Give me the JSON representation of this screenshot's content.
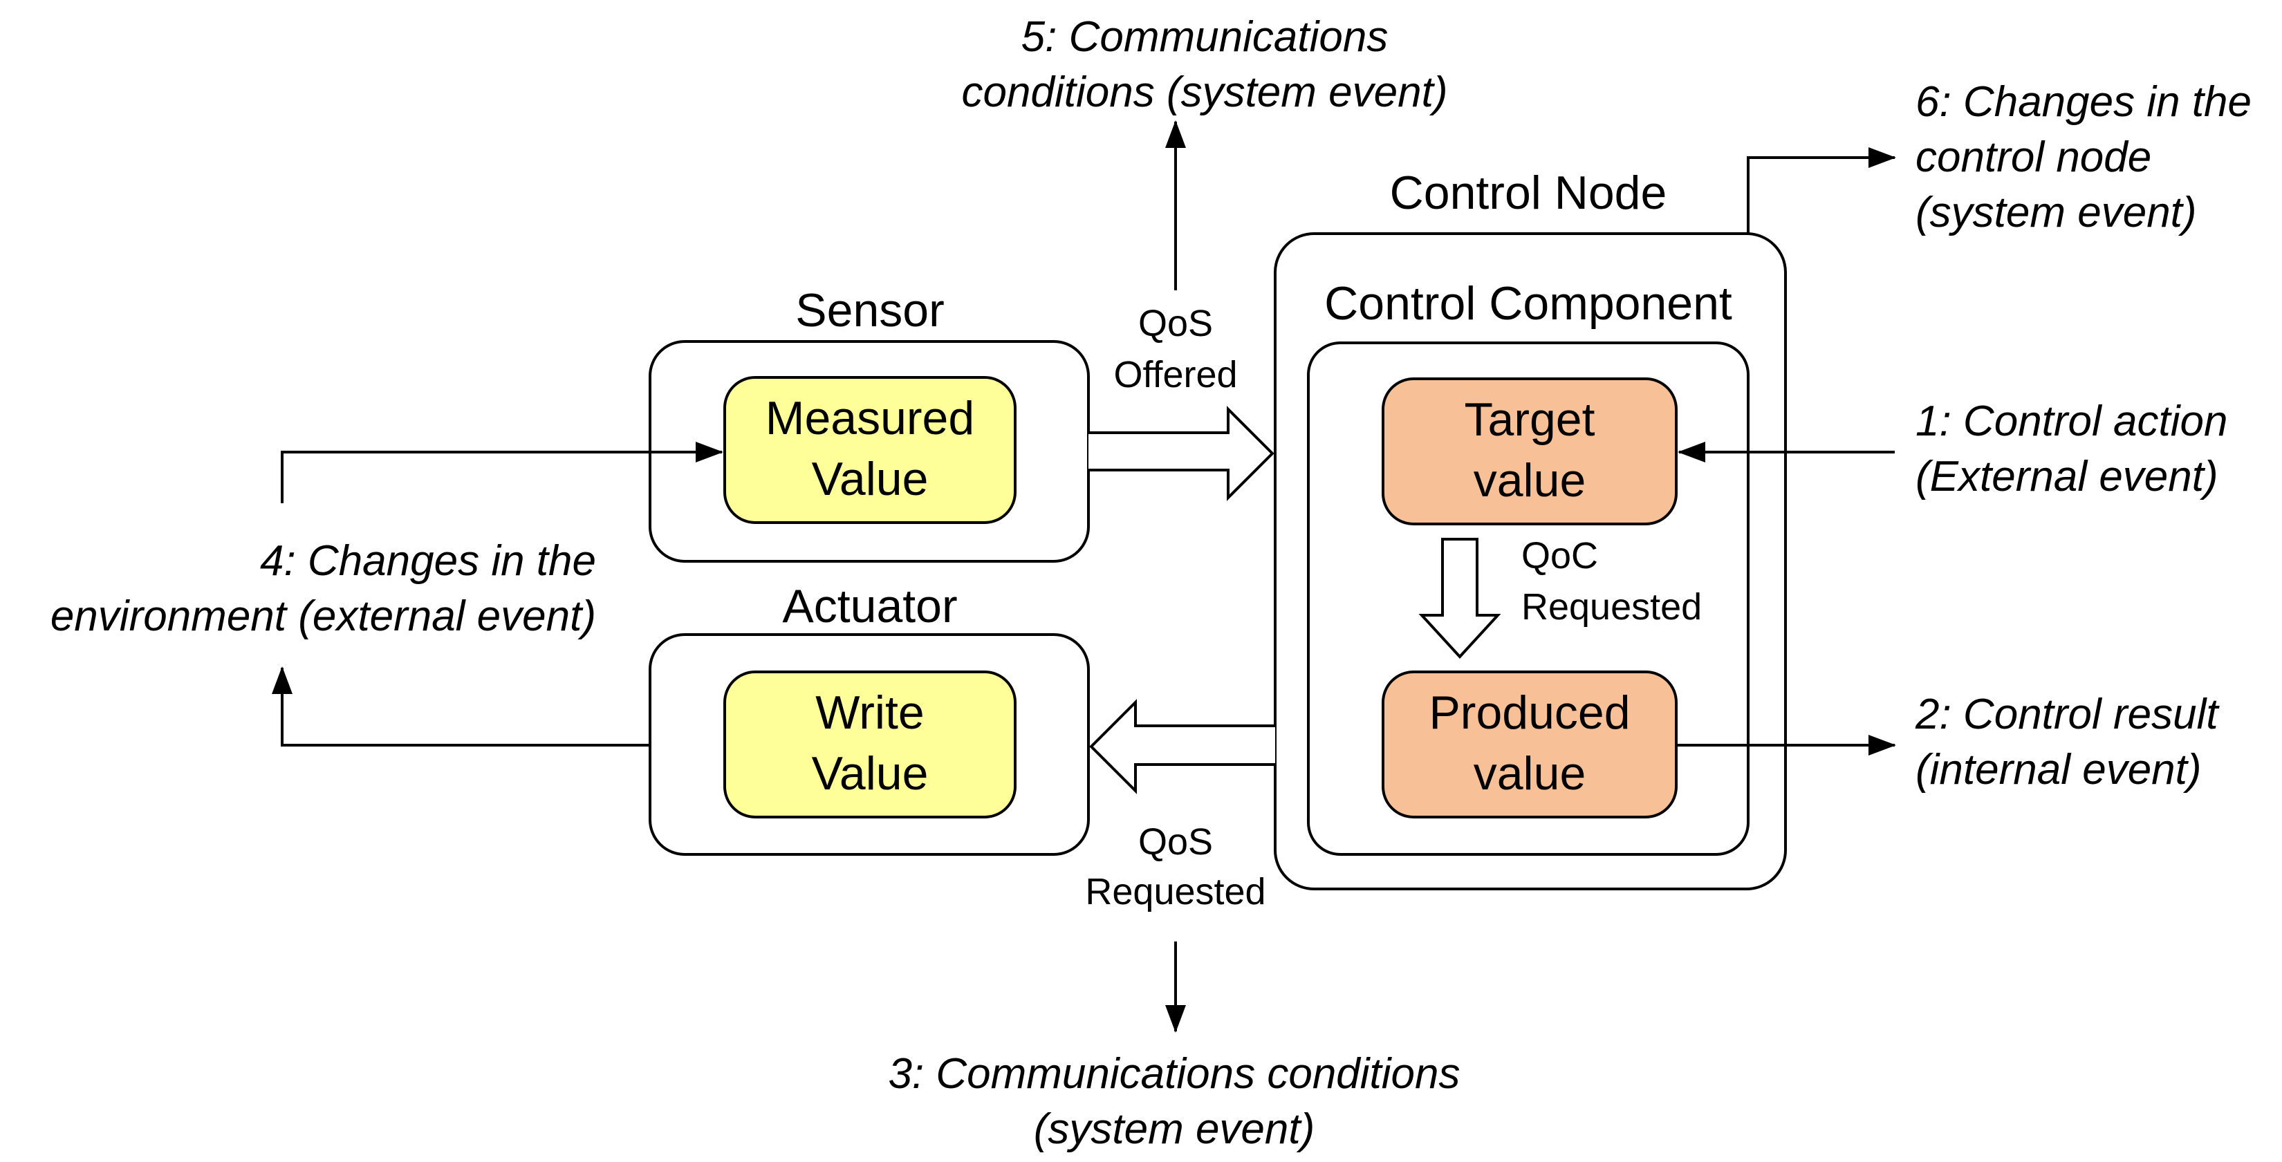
{
  "colors": {
    "inner_value_yellow": "#ffff99",
    "inner_value_orange": "#f8c096",
    "stroke": "#000000",
    "background": "#ffffff"
  },
  "sensor": {
    "title": "Sensor",
    "value_line1": "Measured",
    "value_line2": "Value"
  },
  "actuator": {
    "title": "Actuator",
    "value_line1": "Write",
    "value_line2": "Value"
  },
  "control_node": {
    "title": "Control Node",
    "component_title": "Control Component",
    "target_line1": "Target",
    "target_line2": "value",
    "produced_line1": "Produced",
    "produced_line2": "value"
  },
  "flows": {
    "qos_offered_line1": "QoS",
    "qos_offered_line2": "Offered",
    "qos_requested_line1": "QoS",
    "qos_requested_line2": "Requested",
    "qoc_requested_line1": "QoC",
    "qoc_requested_line2": "Requested"
  },
  "events": {
    "e1_line1": "1: Control action",
    "e1_line2": "(External event)",
    "e2_line1": "2: Control result",
    "e2_line2": "(internal event)",
    "e3_line1": "3: Communications conditions",
    "e3_line2": "(system event)",
    "e4_line1": "4: Changes in the",
    "e4_line2": "environment (external event)",
    "e5_line1": "5: Communications",
    "e5_line2": "conditions (system event)",
    "e6_line1": "6: Changes in the",
    "e6_line2": "control node",
    "e6_line3": "(system event)"
  }
}
